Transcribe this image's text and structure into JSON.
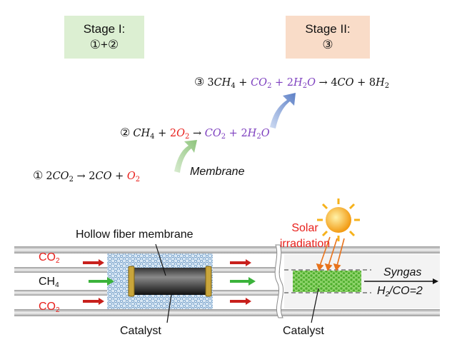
{
  "stage1": {
    "line1": "Stage I:",
    "line2": "①+②",
    "color": "#dcefd2"
  },
  "stage2": {
    "line1": "Stage II:",
    "line2": "③",
    "color": "#f9dcc8"
  },
  "eq3": {
    "num": "③",
    "a": "3",
    "b": "4",
    "c": " + ",
    "d": "2",
    "e": " + 2",
    "f": "2",
    "g": " → 4",
    "h": " + 8",
    "i": "2"
  },
  "eq2": {
    "num": "②",
    "b": "4",
    "c": " + ",
    "d": "2",
    "e": "2",
    "g": " → ",
    "j": "2",
    "k": " + 2",
    "l": "2"
  },
  "eq1": {
    "num": "①",
    "a": "2",
    "b": "2",
    "c": " → 2",
    "d": " + ",
    "e": "2"
  },
  "labels": {
    "membrane": "Membrane",
    "hollow_fiber": "Hollow fiber membrane",
    "solar1": "Solar",
    "solar2": "irradiation",
    "co2_top": "CO",
    "co2_top_sub": "2",
    "ch4": "CH",
    "ch4_sub": "4",
    "co2_bot": "CO",
    "co2_bot_sub": "2",
    "syngas": "Syngas",
    "ratio_a": "H",
    "ratio_sub": "2",
    "ratio_b": "/CO=2",
    "catalyst_left": "Catalyst",
    "catalyst_right": "Catalyst"
  },
  "colors": {
    "red": "#e8201c",
    "purple": "#7d3fbf",
    "green_arrow": "#9ccb8e",
    "blue_arrow": "#6f8fcf",
    "catalyst_blue": "#a9cbe6",
    "catalyst_green": "#6cc04a",
    "sun": "#f6b21b"
  }
}
